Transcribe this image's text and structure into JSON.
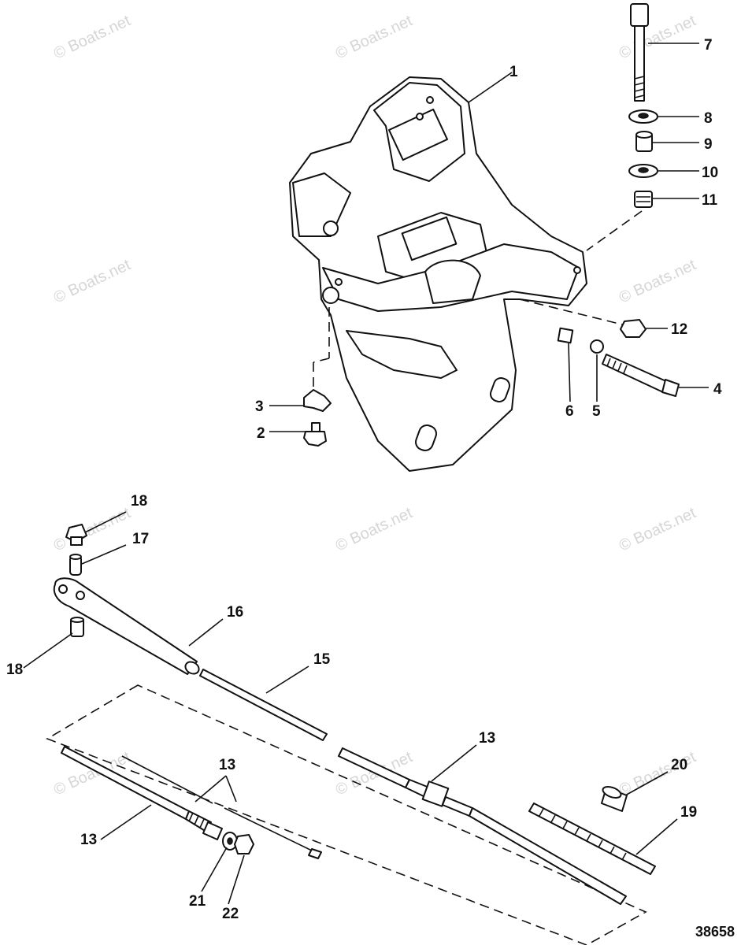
{
  "diagram_id": "38658",
  "watermark_text": "© Boats.net",
  "callouts": [
    "1",
    "2",
    "3",
    "4",
    "5",
    "6",
    "7",
    "8",
    "9",
    "10",
    "11",
    "12",
    "13",
    "13",
    "13",
    "13",
    "15",
    "16",
    "17",
    "18",
    "18",
    "19",
    "20",
    "21",
    "22"
  ],
  "parts": [
    {
      "id": "1"
    },
    {
      "id": "2"
    },
    {
      "id": "3"
    },
    {
      "id": "4"
    },
    {
      "id": "5"
    },
    {
      "id": "6"
    },
    {
      "id": "7"
    },
    {
      "id": "8"
    },
    {
      "id": "9"
    },
    {
      "id": "10"
    },
    {
      "id": "11"
    },
    {
      "id": "12"
    },
    {
      "id": "13"
    },
    {
      "id": "15"
    },
    {
      "id": "16"
    },
    {
      "id": "17"
    },
    {
      "id": "18"
    },
    {
      "id": "19"
    },
    {
      "id": "20"
    },
    {
      "id": "21"
    },
    {
      "id": "22"
    }
  ]
}
